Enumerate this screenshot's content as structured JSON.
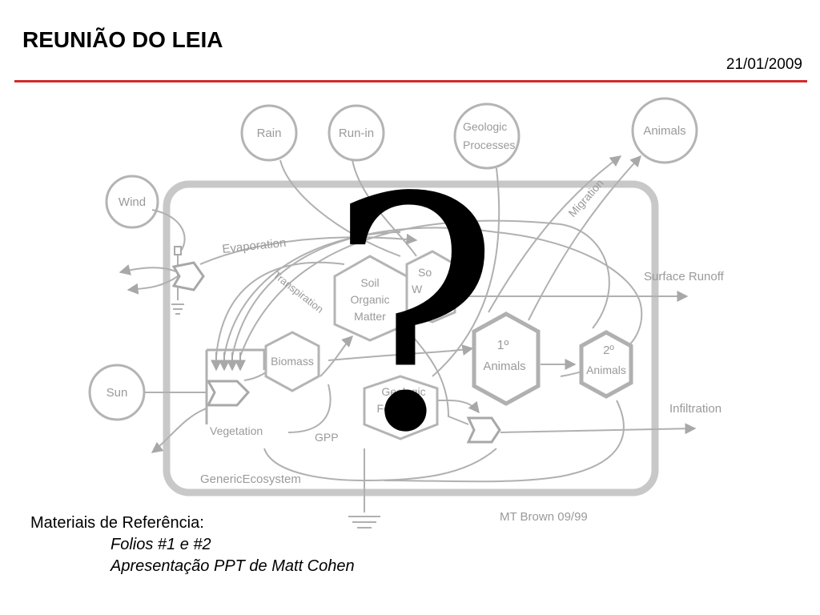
{
  "slide": {
    "title": "REUNIÃO DO LEIA",
    "date": "21/01/2009"
  },
  "diagram": {
    "nodes": {
      "rain": "Rain",
      "run_in": "Run-in",
      "geologic_processes_1": "Geologic",
      "geologic_processes_2": "Processes",
      "animals": "Animals",
      "wind": "Wind",
      "sun": "Sun",
      "biomass": "Biomass",
      "soil_organic_1": "Soil",
      "soil_organic_2": "Organic",
      "soil_organic_3": "Matter",
      "soil_water_1": "So",
      "soil_water_2": "W",
      "primary_animals_1": "1º",
      "primary_animals_2": "Animals",
      "secondary_animals_1": "2º",
      "secondary_animals_2": "Animals",
      "geologic_formation_1": "Geologic",
      "geologic_formation_2": "Formation"
    },
    "flows": {
      "evaporation": "Evaporation",
      "transpiration": "Transpiration",
      "migration": "Migration",
      "surface_runoff": "Surface Runoff",
      "infiltration": "Infiltration",
      "vegetation": "Vegetation",
      "gpp": "GPP"
    },
    "boundary_label": "GenericEcosystem",
    "credit": "MT Brown 09/99",
    "question_mark": "?"
  },
  "references": {
    "heading": "Materiais de Referência:",
    "items": [
      "Folios #1 e #2",
      "Apresentação PPT de Matt Cohen"
    ]
  },
  "colors": {
    "accent_rule": "#d22b2b",
    "diagram_gray": "#9a9a9a"
  }
}
